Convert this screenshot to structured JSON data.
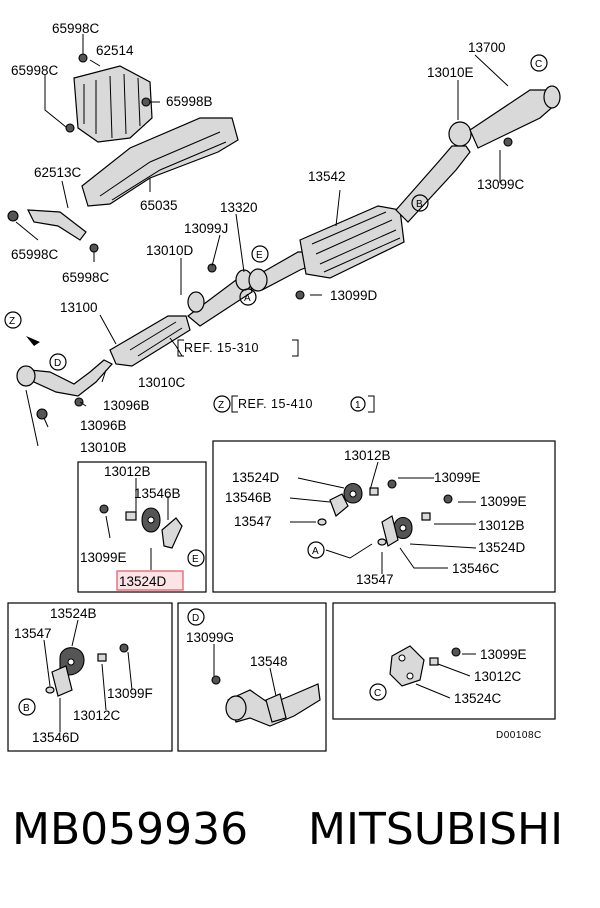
{
  "labels": {
    "l65998c_top": "65998C",
    "l62514": "62514",
    "l65998c_left": "65998C",
    "l65998b": "65998B",
    "l62513c": "62513C",
    "l65035": "65035",
    "l65998c_bl": "65998C",
    "l65998c_b2": "65998C",
    "l13700": "13700",
    "l13010e": "13010E",
    "l13099c": "13099C",
    "l13542": "13542",
    "l13320": "13320",
    "l13099j": "13099J",
    "l13010d": "13010D",
    "l13099d": "13099D",
    "l13100": "13100",
    "l13010c": "13010C",
    "l13096b_1": "13096B",
    "l13096b_2": "13096B",
    "l13010b": "13010B",
    "callout_a": "A",
    "callout_a2": "A",
    "callout_b": "B",
    "callout_b2": "B",
    "callout_c": "C",
    "callout_c2": "C",
    "callout_d": "D",
    "callout_d2": "D",
    "callout_e": "E",
    "callout_e2": "E",
    "callout_z": "Z",
    "callout_z2": "Z",
    "ref1": "REF. 15-310",
    "ref2": "REF. 15-410",
    "ref2_num": "1"
  },
  "panel_e": {
    "l13012b": "13012B",
    "l13546b": "13546B",
    "l13099e": "13099E",
    "l13524d": "13524D"
  },
  "panel_right": {
    "l13012b_a": "13012B",
    "l13524d_a": "13524D",
    "l13099e_a": "13099E",
    "l13546b": "13546B",
    "l13099e_b": "13099E",
    "l13547_a": "13547",
    "l13012b_b": "13012B",
    "l13524d_b": "13524D",
    "l13546c": "13546C",
    "l13547_b": "13547"
  },
  "panel_b": {
    "l13524b": "13524B",
    "l13547": "13547",
    "l13099f": "13099F",
    "l13012c": "13012C",
    "l13546d": "13546D"
  },
  "panel_d": {
    "l13099g": "13099G",
    "l13548": "13548"
  },
  "panel_c": {
    "l13099e": "13099E",
    "l13012c": "13012C",
    "l13524c": "13524C"
  },
  "diagram_code": "D00108C",
  "caption": {
    "part_number": "MB059936",
    "brand": "MITSUBISHI"
  },
  "colors": {
    "highlight_box": "#e06070",
    "highlight_fill": "#fbe3e6"
  }
}
